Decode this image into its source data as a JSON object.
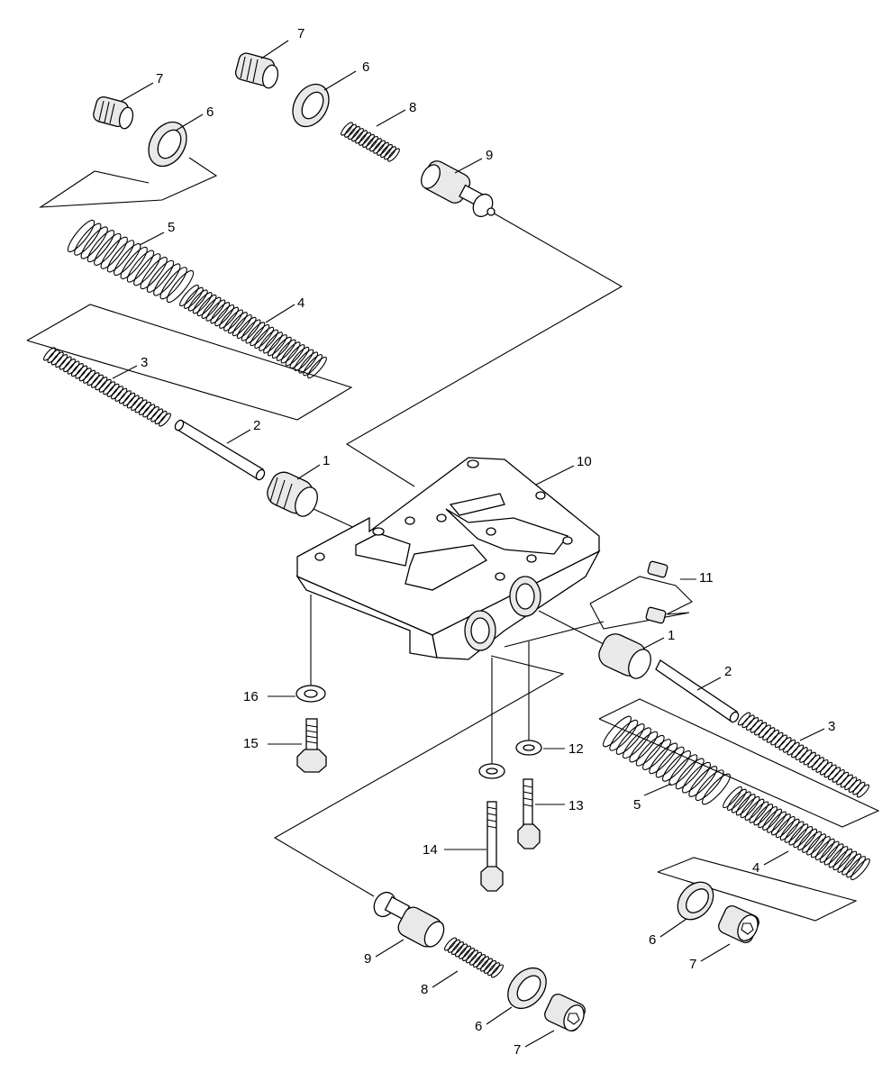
{
  "labels": {
    "l7a": "7",
    "l7b": "7",
    "l6a": "6",
    "l6b": "6",
    "l8a": "8",
    "l9a": "9",
    "l5a": "5",
    "l4a": "4",
    "l3a": "3",
    "l2a": "2",
    "l1a": "1",
    "l10": "10",
    "l11": "11",
    "l1b": "1",
    "l2b": "2",
    "l3b": "3",
    "l16": "16",
    "l15": "15",
    "l12": "12",
    "l13": "13",
    "l5b": "5",
    "l14": "14",
    "l4b": "4",
    "l6c": "6",
    "l7c": "7",
    "l9b": "9",
    "l8b": "8",
    "l6d": "6",
    "l7d": "7"
  }
}
